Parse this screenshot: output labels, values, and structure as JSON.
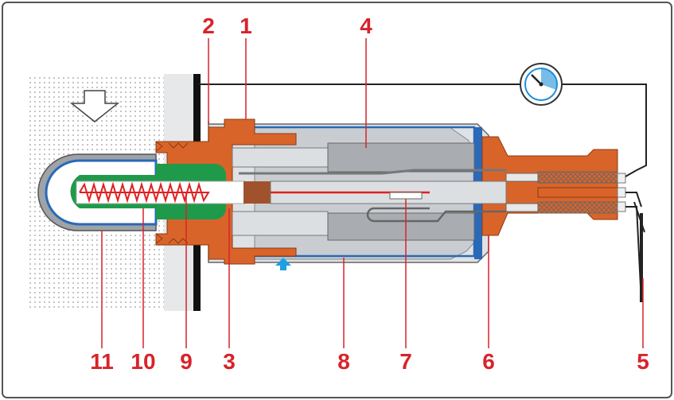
{
  "colors": {
    "callout_text": "#d8232a",
    "callout_line": "#d8232a",
    "frame": "#4a4a4a",
    "body_orange": "#d9642a",
    "sleeve_gray": "#a9adb2",
    "sleeve_light": "#dcdfe2",
    "insulator_green": "#1f9a4a",
    "shield_blue": "#2a68b8",
    "heater_red": "#e02020",
    "contact_brown": "#a0522d",
    "exhaust_dots": "#9a9a9a",
    "gauge_face": "#ffffff",
    "gauge_blue": "#1e90d8",
    "air_arrow": "#1e9fe0"
  },
  "icons": {
    "exhaust_flow": "arrow-down-icon",
    "air_inlet": "arrow-up-icon",
    "meter": "gauge-icon"
  },
  "callouts": [
    {
      "id": "1",
      "text": "1"
    },
    {
      "id": "2",
      "text": "2"
    },
    {
      "id": "4",
      "text": "4"
    },
    {
      "id": "11",
      "text": "11"
    },
    {
      "id": "10",
      "text": "10"
    },
    {
      "id": "9",
      "text": "9"
    },
    {
      "id": "3",
      "text": "3"
    },
    {
      "id": "8",
      "text": "8"
    },
    {
      "id": "7",
      "text": "7"
    },
    {
      "id": "6",
      "text": "6"
    },
    {
      "id": "5",
      "text": "5"
    }
  ]
}
